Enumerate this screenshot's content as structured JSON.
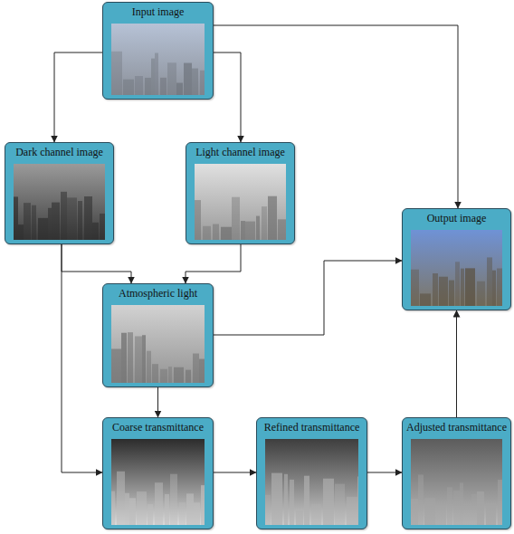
{
  "diagram": {
    "nodes": [
      {
        "text": [
          "Input image"
        ]
      },
      {
        "text": [
          "Dark channel image"
        ]
      },
      {
        "text": [
          "Light channel image"
        ]
      },
      {
        "text": [
          "Output image"
        ]
      },
      {
        "text": [
          "Atmospheric light"
        ]
      },
      {
        "text": [
          "Coarse transmittance"
        ]
      },
      {
        "text": [
          "Refined transmittance"
        ]
      },
      {
        "text": [
          "Adjusted transmittance"
        ]
      }
    ],
    "edges": [
      {
        "from": 0,
        "to": 1,
        "arrow": "to"
      },
      {
        "from": 0,
        "to": 2,
        "arrow": "to"
      },
      {
        "from": 0,
        "to": 3,
        "arrow": "to"
      },
      {
        "from": 1,
        "to": 4,
        "arrow": "to"
      },
      {
        "from": 2,
        "to": 4,
        "arrow": "to"
      },
      {
        "from": 1,
        "to": 5,
        "arrow": "to"
      },
      {
        "from": 4,
        "to": 3,
        "arrow": "to"
      },
      {
        "from": 4,
        "to": 5,
        "arrow": "to"
      },
      {
        "from": 5,
        "to": 6,
        "arrow": "to"
      },
      {
        "from": 6,
        "to": 7,
        "arrow": "to"
      },
      {
        "from": 7,
        "to": 3,
        "arrow": "to"
      }
    ]
  }
}
